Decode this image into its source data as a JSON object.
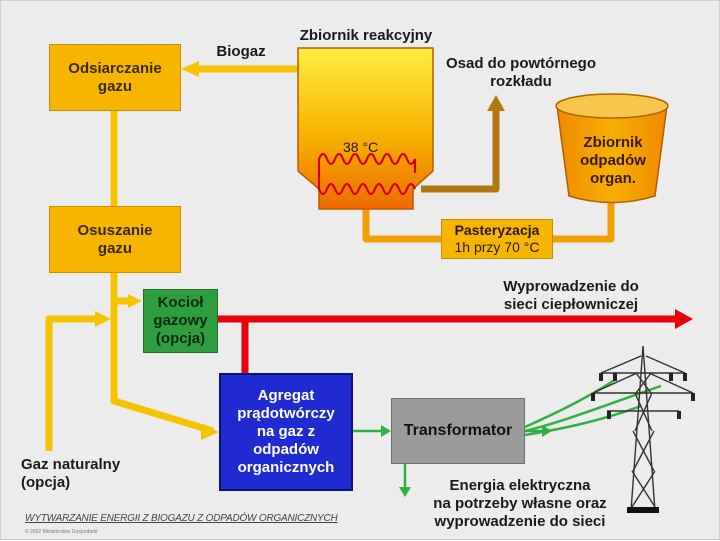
{
  "diagram": {
    "reactor_title": "Zbiornik reakcyjny",
    "reactor_temp": "38 °C",
    "biogas_label": "Biogaz",
    "sediment_label": "Osad do powtórnego\nrozkładu",
    "organic_tank": "Zbiornik\nodpadów\norgan.",
    "pasteurization_title": "Pasteryzacja",
    "pasteurization_detail": "1h przy 70 °C",
    "desulfurization": "Odsiarczanie\ngazu",
    "drying": "Osuszanie\ngazu",
    "boiler": "Kocioł\ngazowy\n(opcja)",
    "generator": "Agregat\nprądotwórczy\nna gaz z\nodpadów\norganicznych",
    "transformer": "Transformator",
    "heat_output": "Wyprowadzenie do\nsieci ciepłowniczej",
    "natural_gas": "Gaz naturalny\n(opcja)",
    "electricity": "Energia elektryczna\nna potrzeby własne oraz\nwyprowadzenie do sieci",
    "footer": "WYTWARZANIE ENERGII Z BIOGAZU Z ODPADÓW ORGANICZNYCH",
    "small_print": "© 2002 Ministerstwo Gospodarki"
  },
  "colors": {
    "yellow_pipe": "#f5c400",
    "orange_pipe": "#f0a000",
    "brown_pipe": "#b07810",
    "red_pipe": "#e8000a",
    "green_arrow": "#2fb040",
    "yellow_box": "#f7b500",
    "green_box": "#2f9e3f",
    "blue_box": "#1f2bd0",
    "grey_box": "#9b9b9b"
  },
  "icons": [
    "power-pylon-icon",
    "heating-coil-icon"
  ]
}
